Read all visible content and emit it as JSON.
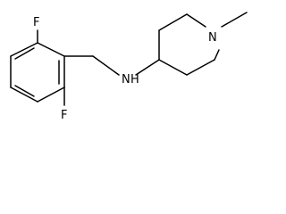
{
  "molecule": {
    "atoms": {
      "fluorine_top": "F",
      "fluorine_bottom": "F",
      "amine": "N",
      "amine_h": "H",
      "ring_nitrogen": "N"
    }
  }
}
